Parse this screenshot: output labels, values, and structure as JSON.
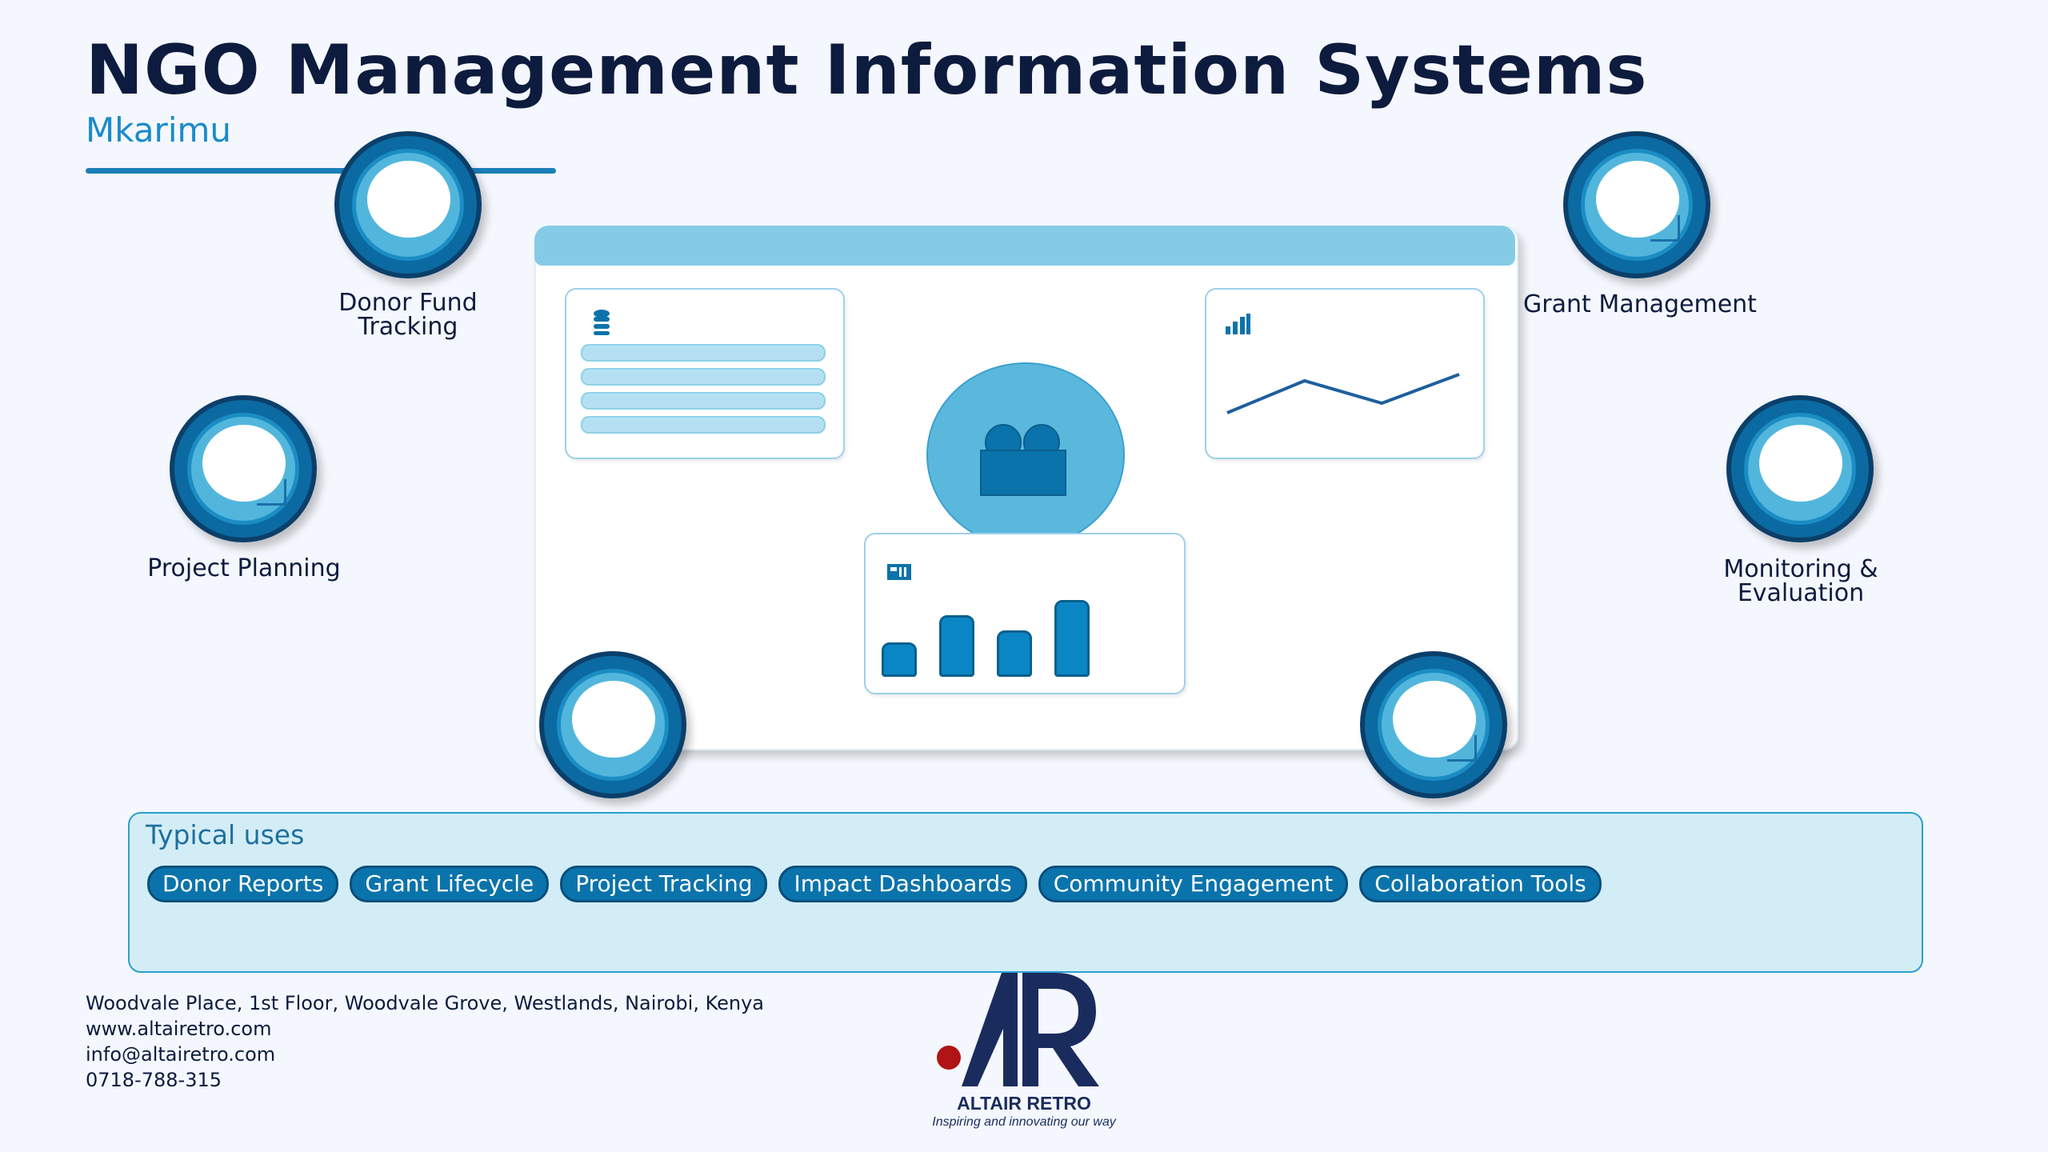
{
  "header": {
    "title": "NGO Management Information Systems",
    "subtitle": "Mkarimu"
  },
  "features": [
    {
      "label": "Donor Fund Tracking",
      "icon": "donor-fund-icon"
    },
    {
      "label": "Grant Management",
      "icon": "grant-icon"
    },
    {
      "label": "Project Planning",
      "icon": "project-icon"
    },
    {
      "label": "Monitoring & Evaluation",
      "icon": "monitoring-icon"
    },
    {
      "icon": "feature-icon"
    },
    {
      "icon": "feature-icon"
    }
  ],
  "dashboard": {
    "icons": [
      "database-icon",
      "bar-chart-icon",
      "users-icon",
      "chart-card-icon"
    ],
    "line_chart": [
      0.2,
      0.7,
      0.35,
      0.8
    ],
    "bar_chart": [
      0.45,
      0.8,
      0.6,
      1.0
    ]
  },
  "uses": {
    "title": "Typical uses",
    "chips": [
      "Donor Reports",
      "Grant Lifecycle",
      "Project Tracking",
      "Impact Dashboards",
      "Community Engagement",
      "Collaboration Tools"
    ]
  },
  "footer": {
    "address": "Woodvale Place, 1st Floor, Woodvale Grove, Westlands, Nairobi, Kenya",
    "website": "www.altairetro.com",
    "email": "info@altairetro.com",
    "phone": "0718-788-315"
  },
  "logo": {
    "name": "ALTAIR RETRO",
    "tagline": "Inspiring and innovating our way",
    "mark": "AR",
    "colors": {
      "primary": "#1a2c5e",
      "dot": "#b01414"
    }
  },
  "colors": {
    "accent": "#1a8bc9",
    "chip": "#0b73ab",
    "circle_outer": "#0b6aa1",
    "circle_inner": "#52b6dc"
  }
}
